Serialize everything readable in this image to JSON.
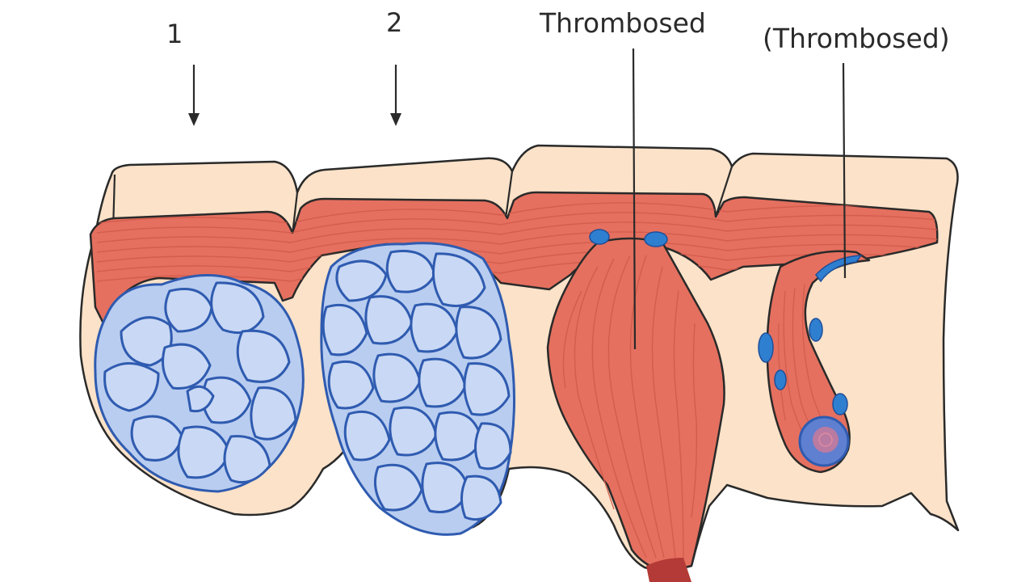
{
  "labels": {
    "stage_1": "1",
    "stage_2": "2",
    "thrombosed": "Thrombosed",
    "thrombosed_paren": "(Thrombosed)"
  },
  "colors": {
    "skin": "#fbe2c8",
    "muscle_band": "#e5705f",
    "muscle_stripe": "#d25a4b",
    "clot_fill": "#b9cdf0",
    "clot_outline": "#2f5bb0",
    "outline": "#2a2a2a",
    "thrombus_spot": "#2f7fd0",
    "vessel": "#b33a36"
  }
}
